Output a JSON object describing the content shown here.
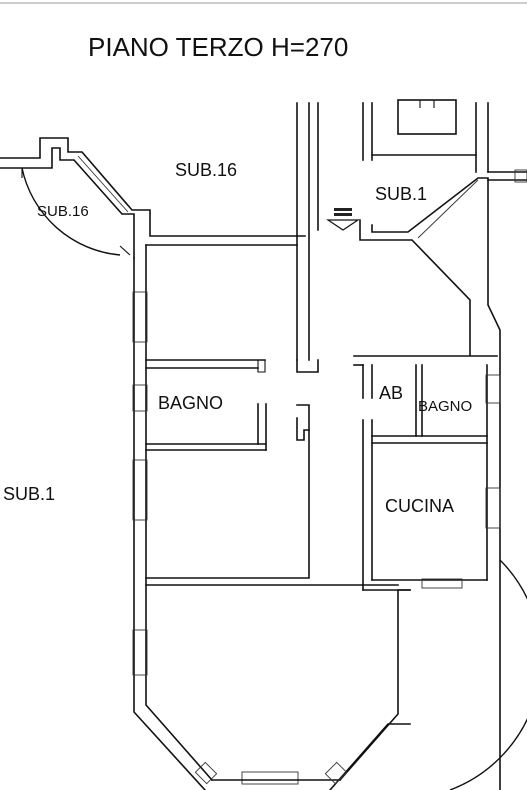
{
  "title": "PIANO TERZO H=270",
  "labels": {
    "sub16_top": "SUB.16",
    "sub16_left": "SUB.16",
    "sub1_top": "SUB.1",
    "sub1_left": "SUB.1",
    "bagno_main": "BAGNO",
    "ab": "AB",
    "bagno_small": "BAGNO",
    "cucina": "CUCINA"
  },
  "colors": {
    "ink": "#111111",
    "paper": "#ffffff"
  }
}
